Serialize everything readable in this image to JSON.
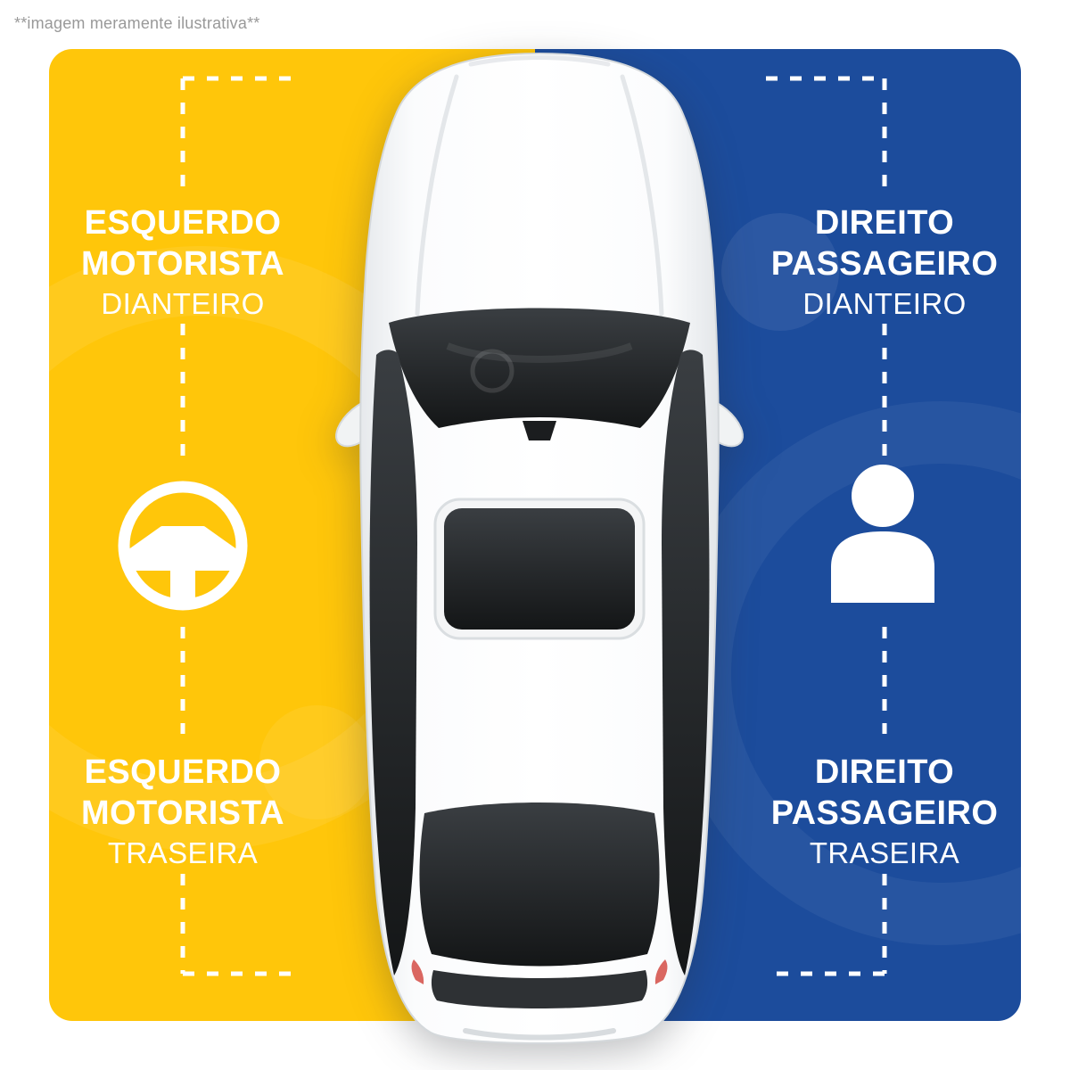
{
  "disclaimer": "**imagem meramente ilustrativa**",
  "colors": {
    "driver_bg": "#FFC60A",
    "passenger_bg": "#1C4C9C",
    "label_text": "#FFFFFF",
    "disclaimer_text": "#999999"
  },
  "icons": {
    "driver": "steering-wheel-icon",
    "passenger": "person-icon",
    "center": "car-top-view"
  },
  "driver_side": {
    "front_label": {
      "line1": "ESQUERDO",
      "line2": "MOTORISTA",
      "line3": "DIANTEIRO"
    },
    "rear_label": {
      "line1": "ESQUERDO",
      "line2": "MOTORISTA",
      "line3": "TRASEIRA"
    }
  },
  "passenger_side": {
    "front_label": {
      "line1": "DIREITO",
      "line2": "PASSAGEIRO",
      "line3": "DIANTEIRO"
    },
    "rear_label": {
      "line1": "DIREITO",
      "line2": "PASSAGEIRO",
      "line3": "TRASEIRA"
    }
  }
}
